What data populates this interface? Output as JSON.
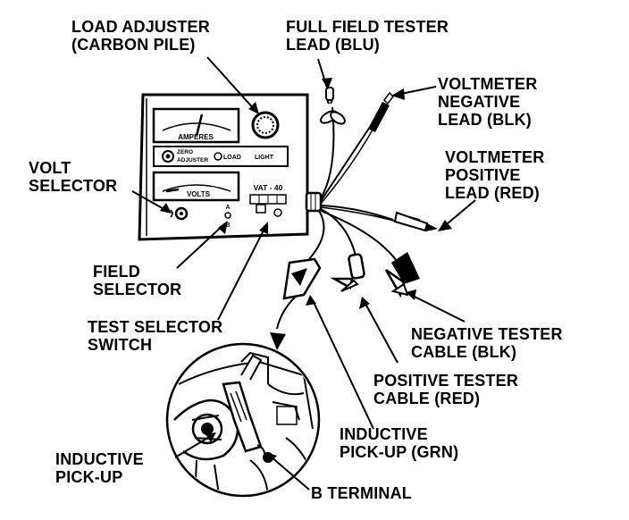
{
  "labels": {
    "load_adjuster": [
      "LOAD ADJUSTER",
      "(CARBON PILE)"
    ],
    "full_field": [
      "FULL FIELD TESTER",
      "LEAD (BLU)"
    ],
    "volt_neg": [
      "VOLTMETER",
      "NEGATIVE",
      "LEAD (BLK)"
    ],
    "volt_selector": [
      "VOLT",
      "SELECTOR"
    ],
    "volt_pos": [
      "VOLTMETER",
      "POSITIVE",
      "LEAD (RED)"
    ],
    "field_selector": [
      "FIELD",
      "SELECTOR"
    ],
    "test_selector": [
      "TEST SELECTOR",
      "SWITCH"
    ],
    "neg_cable": [
      "NEGATIVE TESTER",
      "CABLE (BLK)"
    ],
    "pos_cable": [
      "POSITIVE TESTER",
      "CABLE (RED)"
    ],
    "pickup_grn": [
      "INDUCTIVE",
      "PICK-UP (GRN)"
    ],
    "pickup_detail": [
      "INDUCTIVE",
      "PICK-UP"
    ],
    "b_terminal": [
      "B TERMINAL"
    ]
  },
  "tester_face": {
    "amperes": "AMPERES",
    "volts": "VOLTS",
    "zero_adjuster": [
      "ZERO",
      "ADJUSTER"
    ],
    "load_light": "LOAD",
    "light": "LIGHT",
    "model": "VAT - 40",
    "selector_a": "A",
    "selector_b": "B"
  }
}
